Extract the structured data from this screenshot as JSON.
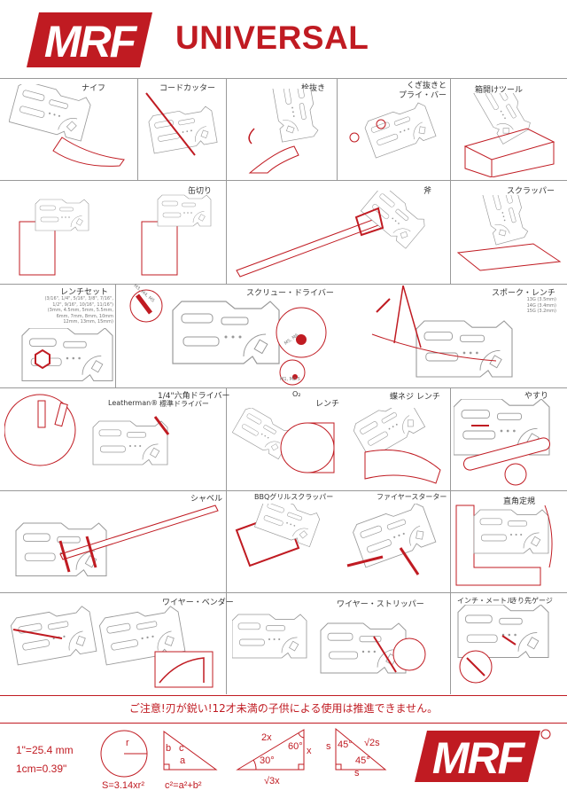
{
  "header": {
    "brand": "MRF",
    "title": "UNIVERSAL"
  },
  "tools": {
    "knife": "ナイフ",
    "cord_cutter": "コードカッター",
    "bottle_opener": "栓抜き",
    "nail_puller": "くぎ抜きと",
    "pry_bar": "プライ・バー",
    "box_opener": "箱開けツール",
    "can_opener": "缶切り",
    "axe": "斧",
    "scraper": "スクラッパー",
    "wrench_set": "レンチセット",
    "wrench_sizes": [
      "(3/16\", 1/4\", 5/16\", 3/8\", 7/16\",",
      "1/2\", 9/16\", 10/16\", 11/16\")",
      "(3mm, 4.5mm, 5mm, 5.5mm,",
      "6mm, 7mm, 8mm, 10mm",
      "12mm, 13mm, 15mm)"
    ],
    "screwdriver": "スクリュー・ドライバー",
    "screw_sizes": [
      "M3, M4, M5",
      "M5, M6",
      "M1, M2.5"
    ],
    "spoke_wrench": "スポーク・レンチ",
    "spoke_sizes": [
      "13G (3.5mm)",
      "14G (3.4mm)",
      "15G (3.2mm)"
    ],
    "hex_driver": "1/4\"六角ドライバー",
    "leatherman": "Leatherman®",
    "std_driver": "標準ドライバー",
    "o2": "O₂",
    "o2_wrench": "レンチ",
    "butterfly_wrench": "蝶ネジ レンチ",
    "file": "やすり",
    "shovel": "シャベル",
    "bbq_scraper": "BBQグリルスクラッパー",
    "fire_starter": "ファイヤースターター",
    "square": "直角定規",
    "wire_bender": "ワイヤー・ベンダー",
    "wire_stripper": "ワイヤー・ストリッパー",
    "ruler": "インチ・メートル",
    "drill_gauge": "きり先ゲージ"
  },
  "warning": "ご注意!刃が鋭い!12才未満の子供による使用は推進できません。",
  "formulas": {
    "inch": "1\"=25.4 mm",
    "cm": "1cm=0.39\"",
    "circle_r": "r",
    "circle_area": "S=3.14xr²",
    "pyth_b": "b",
    "pyth_c": "c",
    "pyth_a": "a",
    "pythagoras": "c²=a²+b²",
    "t30_hyp": "2x",
    "t30_60": "60°",
    "t30_x": "x",
    "t30_30": "30°",
    "t30_base": "√3x",
    "t45_s": "s",
    "t45_a1": "45°",
    "t45_hyp": "√2s",
    "t45_a2": "45°",
    "t45_base": "s"
  },
  "colors": {
    "brand": "#c01b22",
    "outline": "#999999"
  }
}
